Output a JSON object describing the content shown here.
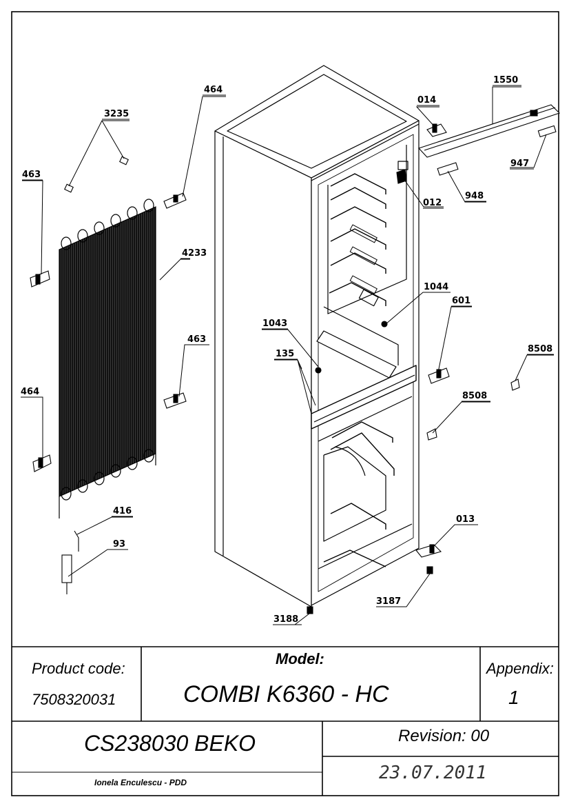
{
  "diagram": {
    "part_labels": [
      "1550",
      "014",
      "947",
      "948",
      "012",
      "464",
      "3235",
      "463",
      "4233",
      "1044",
      "601",
      "1043",
      "8508",
      "135",
      "463",
      "8508",
      "464",
      "416",
      "93",
      "013",
      "3187",
      "3188"
    ]
  },
  "title_block": {
    "product_code_label": "Product code:",
    "product_code": "7508320031",
    "model_label": "Model:",
    "model": "COMBI K6360 - HC",
    "appendix_label": "Appendix:",
    "appendix": "1",
    "document_code": "CS238030 BEKO",
    "revision": "Revision: 00",
    "author": "Ionela Enculescu - PDD",
    "date": "23.07.2011"
  }
}
